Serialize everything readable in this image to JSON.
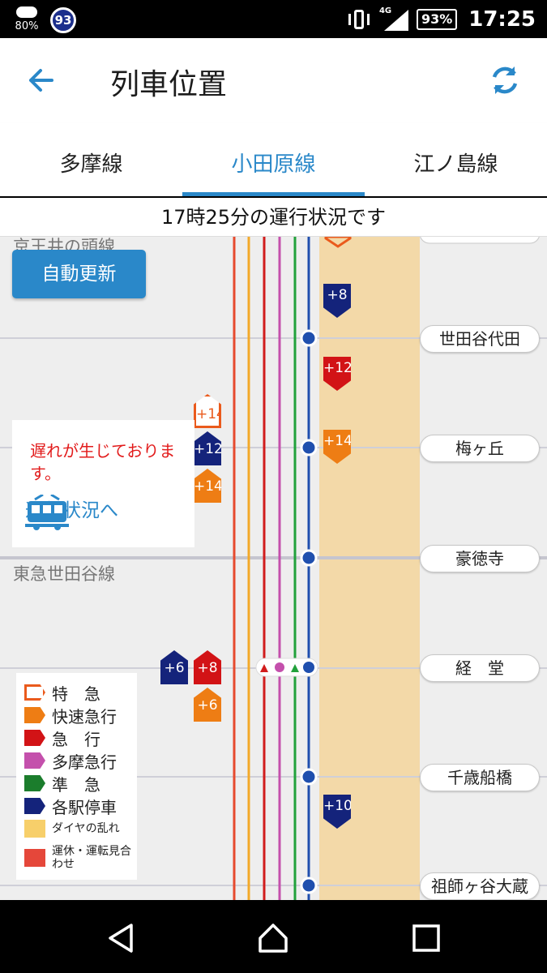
{
  "statusbar": {
    "weather_pct": "80%",
    "badge_num": "93",
    "network": "4G",
    "battery": "93%",
    "time": "17:25"
  },
  "appbar": {
    "title": "列車位置"
  },
  "tabs": [
    {
      "label": "多摩線",
      "active": false
    },
    {
      "label": "小田原線",
      "active": true
    },
    {
      "label": "江ノ島線",
      "active": false
    }
  ],
  "banner": "17時25分の運行状況です",
  "map": {
    "line_labels": [
      "京王井の頭線",
      "東急世田谷線"
    ],
    "auto_update_label": "自動更新",
    "delay_notice": {
      "message": "遅れが生じております。",
      "link_label": "運行状況へ"
    },
    "stations": [
      "世田谷代田",
      "梅ヶ丘",
      "豪徳寺",
      "経　堂",
      "千歳船橋",
      "祖師ヶ谷大蔵"
    ],
    "trains": [
      {
        "label": "+8",
        "type": "local"
      },
      {
        "label": "+12",
        "type": "express"
      },
      {
        "label": "+14",
        "type": "rapid"
      },
      {
        "label": "+14",
        "type": "limited"
      },
      {
        "label": "+12",
        "type": "local"
      },
      {
        "label": "+14",
        "type": "rapid"
      },
      {
        "label": "+6",
        "type": "local"
      },
      {
        "label": "+8",
        "type": "express"
      },
      {
        "label": "+6",
        "type": "rapid"
      },
      {
        "label": "+10",
        "type": "local"
      }
    ]
  },
  "legend": [
    {
      "label": "特　急",
      "color": "#ea5a1c",
      "kind": "outline"
    },
    {
      "label": "快速急行",
      "color": "#ee7d14",
      "kind": "fill"
    },
    {
      "label": "急　行",
      "color": "#d21316",
      "kind": "fill"
    },
    {
      "label": "多摩急行",
      "color": "#c450ac",
      "kind": "fill"
    },
    {
      "label": "準　急",
      "color": "#1b7d2c",
      "kind": "fill"
    },
    {
      "label": "各駅停車",
      "color": "#14237b",
      "kind": "fill"
    },
    {
      "label": "ダイヤの乱れ",
      "color": "#f7cf6a",
      "kind": "square"
    },
    {
      "label": "運休・運転見合わせ",
      "color": "#e5473a",
      "kind": "square"
    }
  ],
  "colors": {
    "accent": "#2a88c9",
    "delay_band": "#f3d9a8",
    "line_red": "#e64a2e",
    "line_orange": "#f3a92a",
    "line_crimson": "#d11c1c",
    "line_magenta": "#c450ac",
    "line_green": "#21a13b",
    "line_blue": "#1f4fae"
  }
}
